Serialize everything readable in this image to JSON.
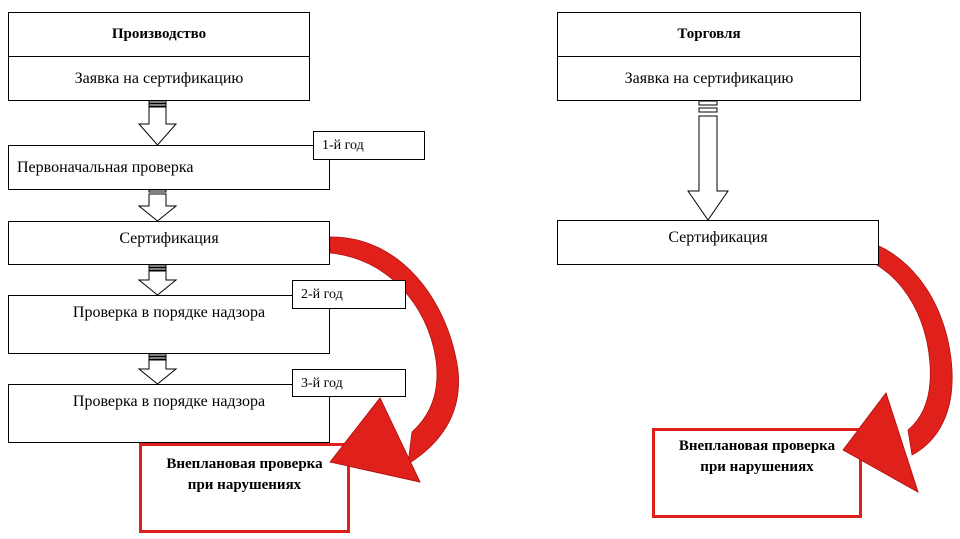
{
  "production": {
    "header": "Производство",
    "steps": [
      "Заявка на сертификацию",
      "Первоначальная проверка",
      "Сертификация",
      "Проверка в порядке надзора",
      "Проверка в порядке надзора"
    ],
    "years": [
      "1-й год",
      "2-й год",
      "3-й год"
    ],
    "unscheduled": [
      "Внеплановая проверка",
      "при нарушениях"
    ]
  },
  "trade": {
    "header": "Торговля",
    "steps": [
      "Заявка на сертификацию",
      "Сертификация"
    ],
    "unscheduled": [
      "Внеплановая проверка",
      "при нарушениях"
    ]
  },
  "colors": {
    "accent": "#e0201b",
    "border": "#000000"
  },
  "icons": [
    "down-arrow-icon",
    "burst-icon",
    "curved-arrow-icon"
  ]
}
